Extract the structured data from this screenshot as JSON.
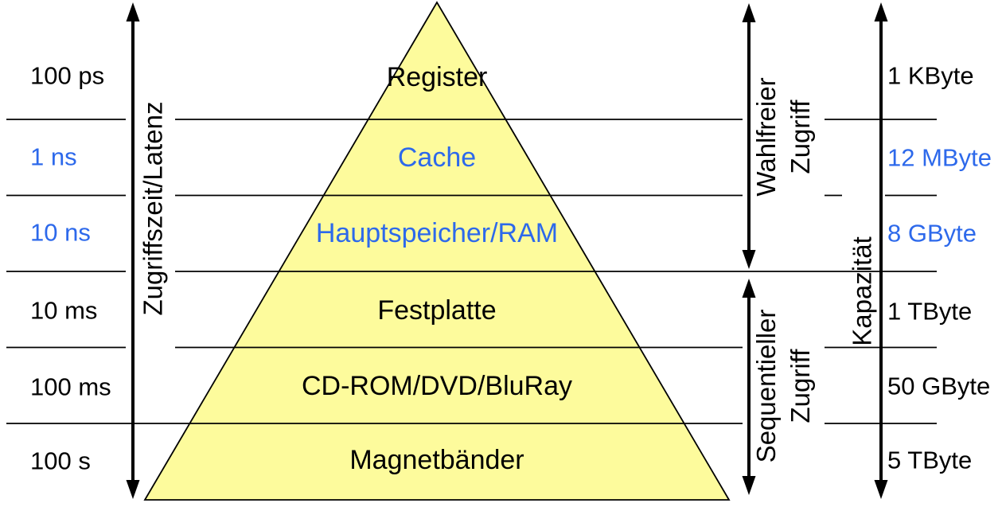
{
  "layers": [
    {
      "name": "Register",
      "latency": "100 ps",
      "capacity": "1 KByte",
      "highlight": false
    },
    {
      "name": "Cache",
      "latency": "1 ns",
      "capacity": "12 MByte",
      "highlight": true
    },
    {
      "name": "Hauptspeicher/RAM",
      "latency": "10 ns",
      "capacity": "8 GByte",
      "highlight": true
    },
    {
      "name": "Festplatte",
      "latency": "10 ms",
      "capacity": "1 TByte",
      "highlight": false
    },
    {
      "name": "CD-ROM/DVD/BluRay",
      "latency": "100 ms",
      "capacity": "50 GByte",
      "highlight": false
    },
    {
      "name": "Magnetbänder",
      "latency": "100 s",
      "capacity": "5 TByte",
      "highlight": false
    }
  ],
  "axis_labels": {
    "left_axis": "Zugriffszeit/Latenz",
    "right_axis": "Kapazität",
    "random_access_line1": "Wahlfreier",
    "random_access_line2": "Zugriff",
    "sequential_access_line1": "Sequentieller",
    "sequential_access_line2": "Zugriff"
  },
  "colors": {
    "pyramid_fill": "#FDFB9C",
    "highlight_text": "#2D69EB",
    "default_text": "#000000"
  }
}
